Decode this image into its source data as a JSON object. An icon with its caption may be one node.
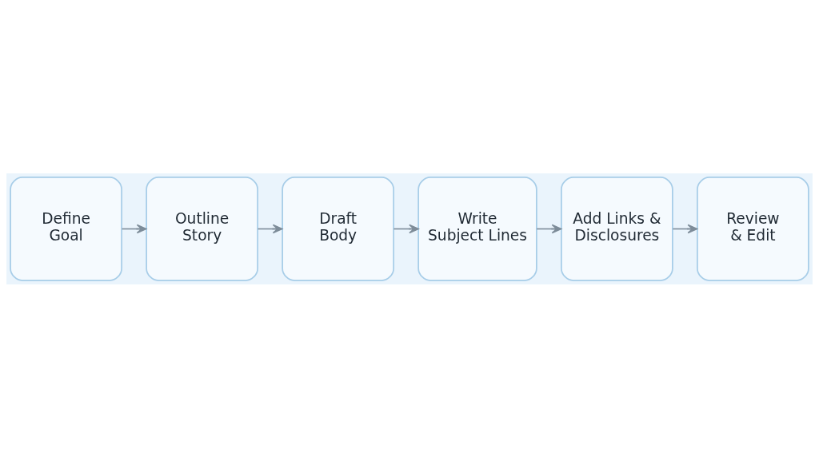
{
  "diagram": {
    "nodes": [
      {
        "text": [
          "Define Goal"
        ]
      },
      {
        "text": [
          "Outline Story"
        ]
      },
      {
        "text": [
          "Draft Body"
        ]
      },
      {
        "text": [
          "Write Subject Lines"
        ]
      },
      {
        "text": [
          "Add Links & Disclosures"
        ]
      },
      {
        "text": [
          "Review & Edit"
        ]
      }
    ],
    "edges": [
      {
        "from": 0,
        "to": 1,
        "arrow": "to"
      },
      {
        "from": 1,
        "to": 2,
        "arrow": "to"
      },
      {
        "from": 2,
        "to": 3,
        "arrow": "to"
      },
      {
        "from": 3,
        "to": 4,
        "arrow": "to"
      },
      {
        "from": 4,
        "to": 5,
        "arrow": "to"
      }
    ]
  }
}
